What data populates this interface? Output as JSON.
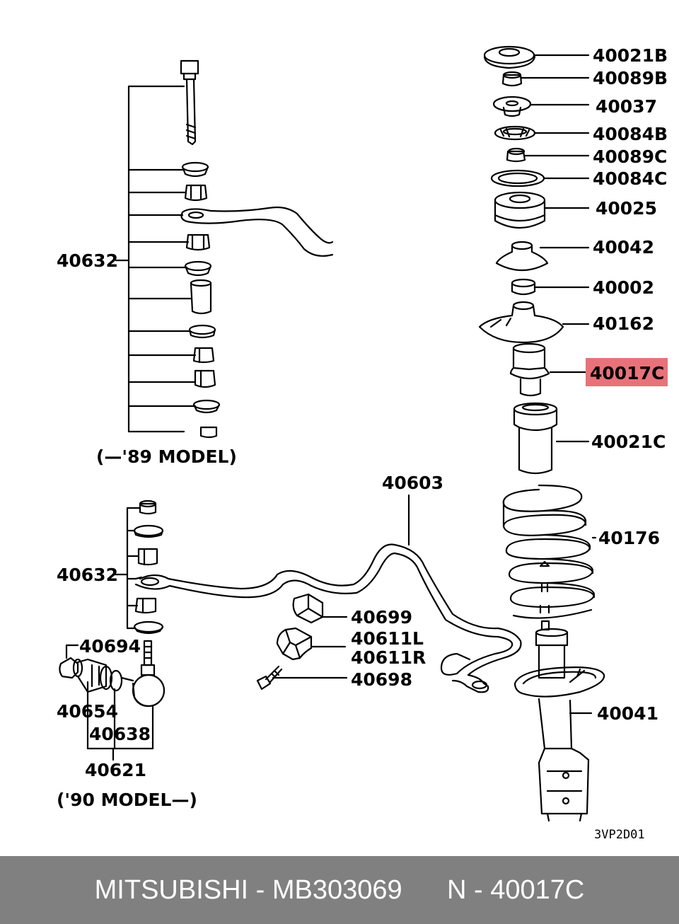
{
  "diagram": {
    "labels": {
      "p40021B": "40021B",
      "p40089B": "40089B",
      "p40037": "40037",
      "p40084B": "40084B",
      "p40089C": "40089C",
      "p40084C": "40084C",
      "p40025": "40025",
      "p40042": "40042",
      "p40002": "40002",
      "p40162": "40162",
      "p40017C": "40017C",
      "p40021C": "40021C",
      "p40603": "40603",
      "p40176": "40176",
      "p40699": "40699",
      "p40611L": "40611L",
      "p40611R": "40611R",
      "p40698": "40698",
      "p40041": "40041",
      "p40632a": "40632",
      "p40632b": "40632",
      "p40694": "40694",
      "p40654": "40654",
      "p40638": "40638",
      "p40621": "40621"
    },
    "model_notes": {
      "upto89": "(—'89 MODEL)",
      "from90": "('90 MODEL—)"
    },
    "drawing_code": "3VP2D01",
    "highlighted_part": "40017C",
    "highlight_color": "#e8727a"
  },
  "footer": {
    "text": "MITSUBISHI - MB303069      N - 40017C",
    "background": "#808080",
    "text_color": "#ffffff"
  }
}
